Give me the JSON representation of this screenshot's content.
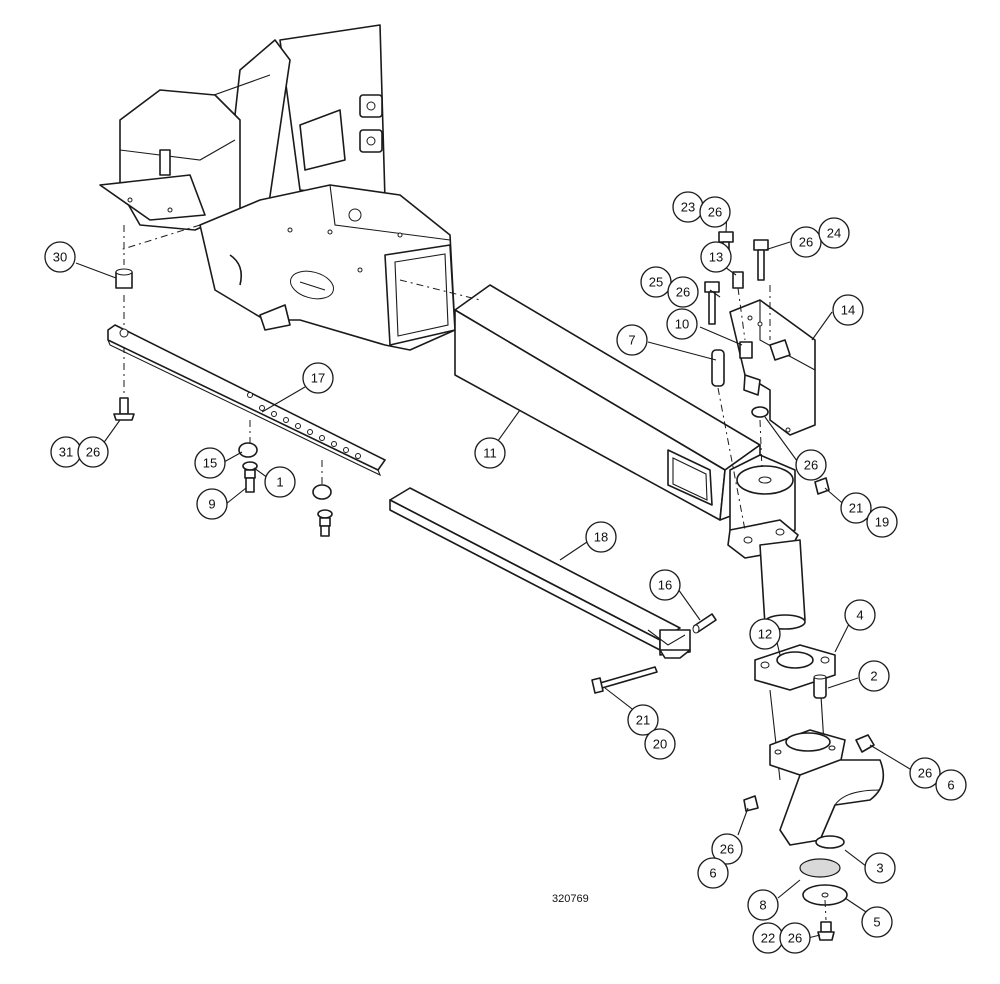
{
  "drawing_number": "320769",
  "callouts": [
    {
      "id": "c1",
      "label": "1"
    },
    {
      "id": "c2",
      "label": "2"
    },
    {
      "id": "c3",
      "label": "3"
    },
    {
      "id": "c4",
      "label": "4"
    },
    {
      "id": "c5",
      "label": "5"
    },
    {
      "id": "c6a",
      "label": "6"
    },
    {
      "id": "c6b",
      "label": "6"
    },
    {
      "id": "c7",
      "label": "7"
    },
    {
      "id": "c8",
      "label": "8"
    },
    {
      "id": "c9",
      "label": "9"
    },
    {
      "id": "c10",
      "label": "10"
    },
    {
      "id": "c11",
      "label": "11"
    },
    {
      "id": "c12",
      "label": "12"
    },
    {
      "id": "c13",
      "label": "13"
    },
    {
      "id": "c14",
      "label": "14"
    },
    {
      "id": "c15",
      "label": "15"
    },
    {
      "id": "c16",
      "label": "16"
    },
    {
      "id": "c17",
      "label": "17"
    },
    {
      "id": "c18",
      "label": "18"
    },
    {
      "id": "c19",
      "label": "19"
    },
    {
      "id": "c20",
      "label": "20"
    },
    {
      "id": "c21a",
      "label": "21"
    },
    {
      "id": "c21b",
      "label": "21"
    },
    {
      "id": "c22",
      "label": "22"
    },
    {
      "id": "c23",
      "label": "23"
    },
    {
      "id": "c24",
      "label": "24"
    },
    {
      "id": "c25",
      "label": "25"
    },
    {
      "id": "c26a",
      "label": "26"
    },
    {
      "id": "c26b",
      "label": "26"
    },
    {
      "id": "c26c",
      "label": "26"
    },
    {
      "id": "c26d",
      "label": "26"
    },
    {
      "id": "c26e",
      "label": "26"
    },
    {
      "id": "c26f",
      "label": "26"
    },
    {
      "id": "c26g",
      "label": "26"
    },
    {
      "id": "c26h",
      "label": "26"
    },
    {
      "id": "c30",
      "label": "30"
    },
    {
      "id": "c31",
      "label": "31"
    }
  ]
}
